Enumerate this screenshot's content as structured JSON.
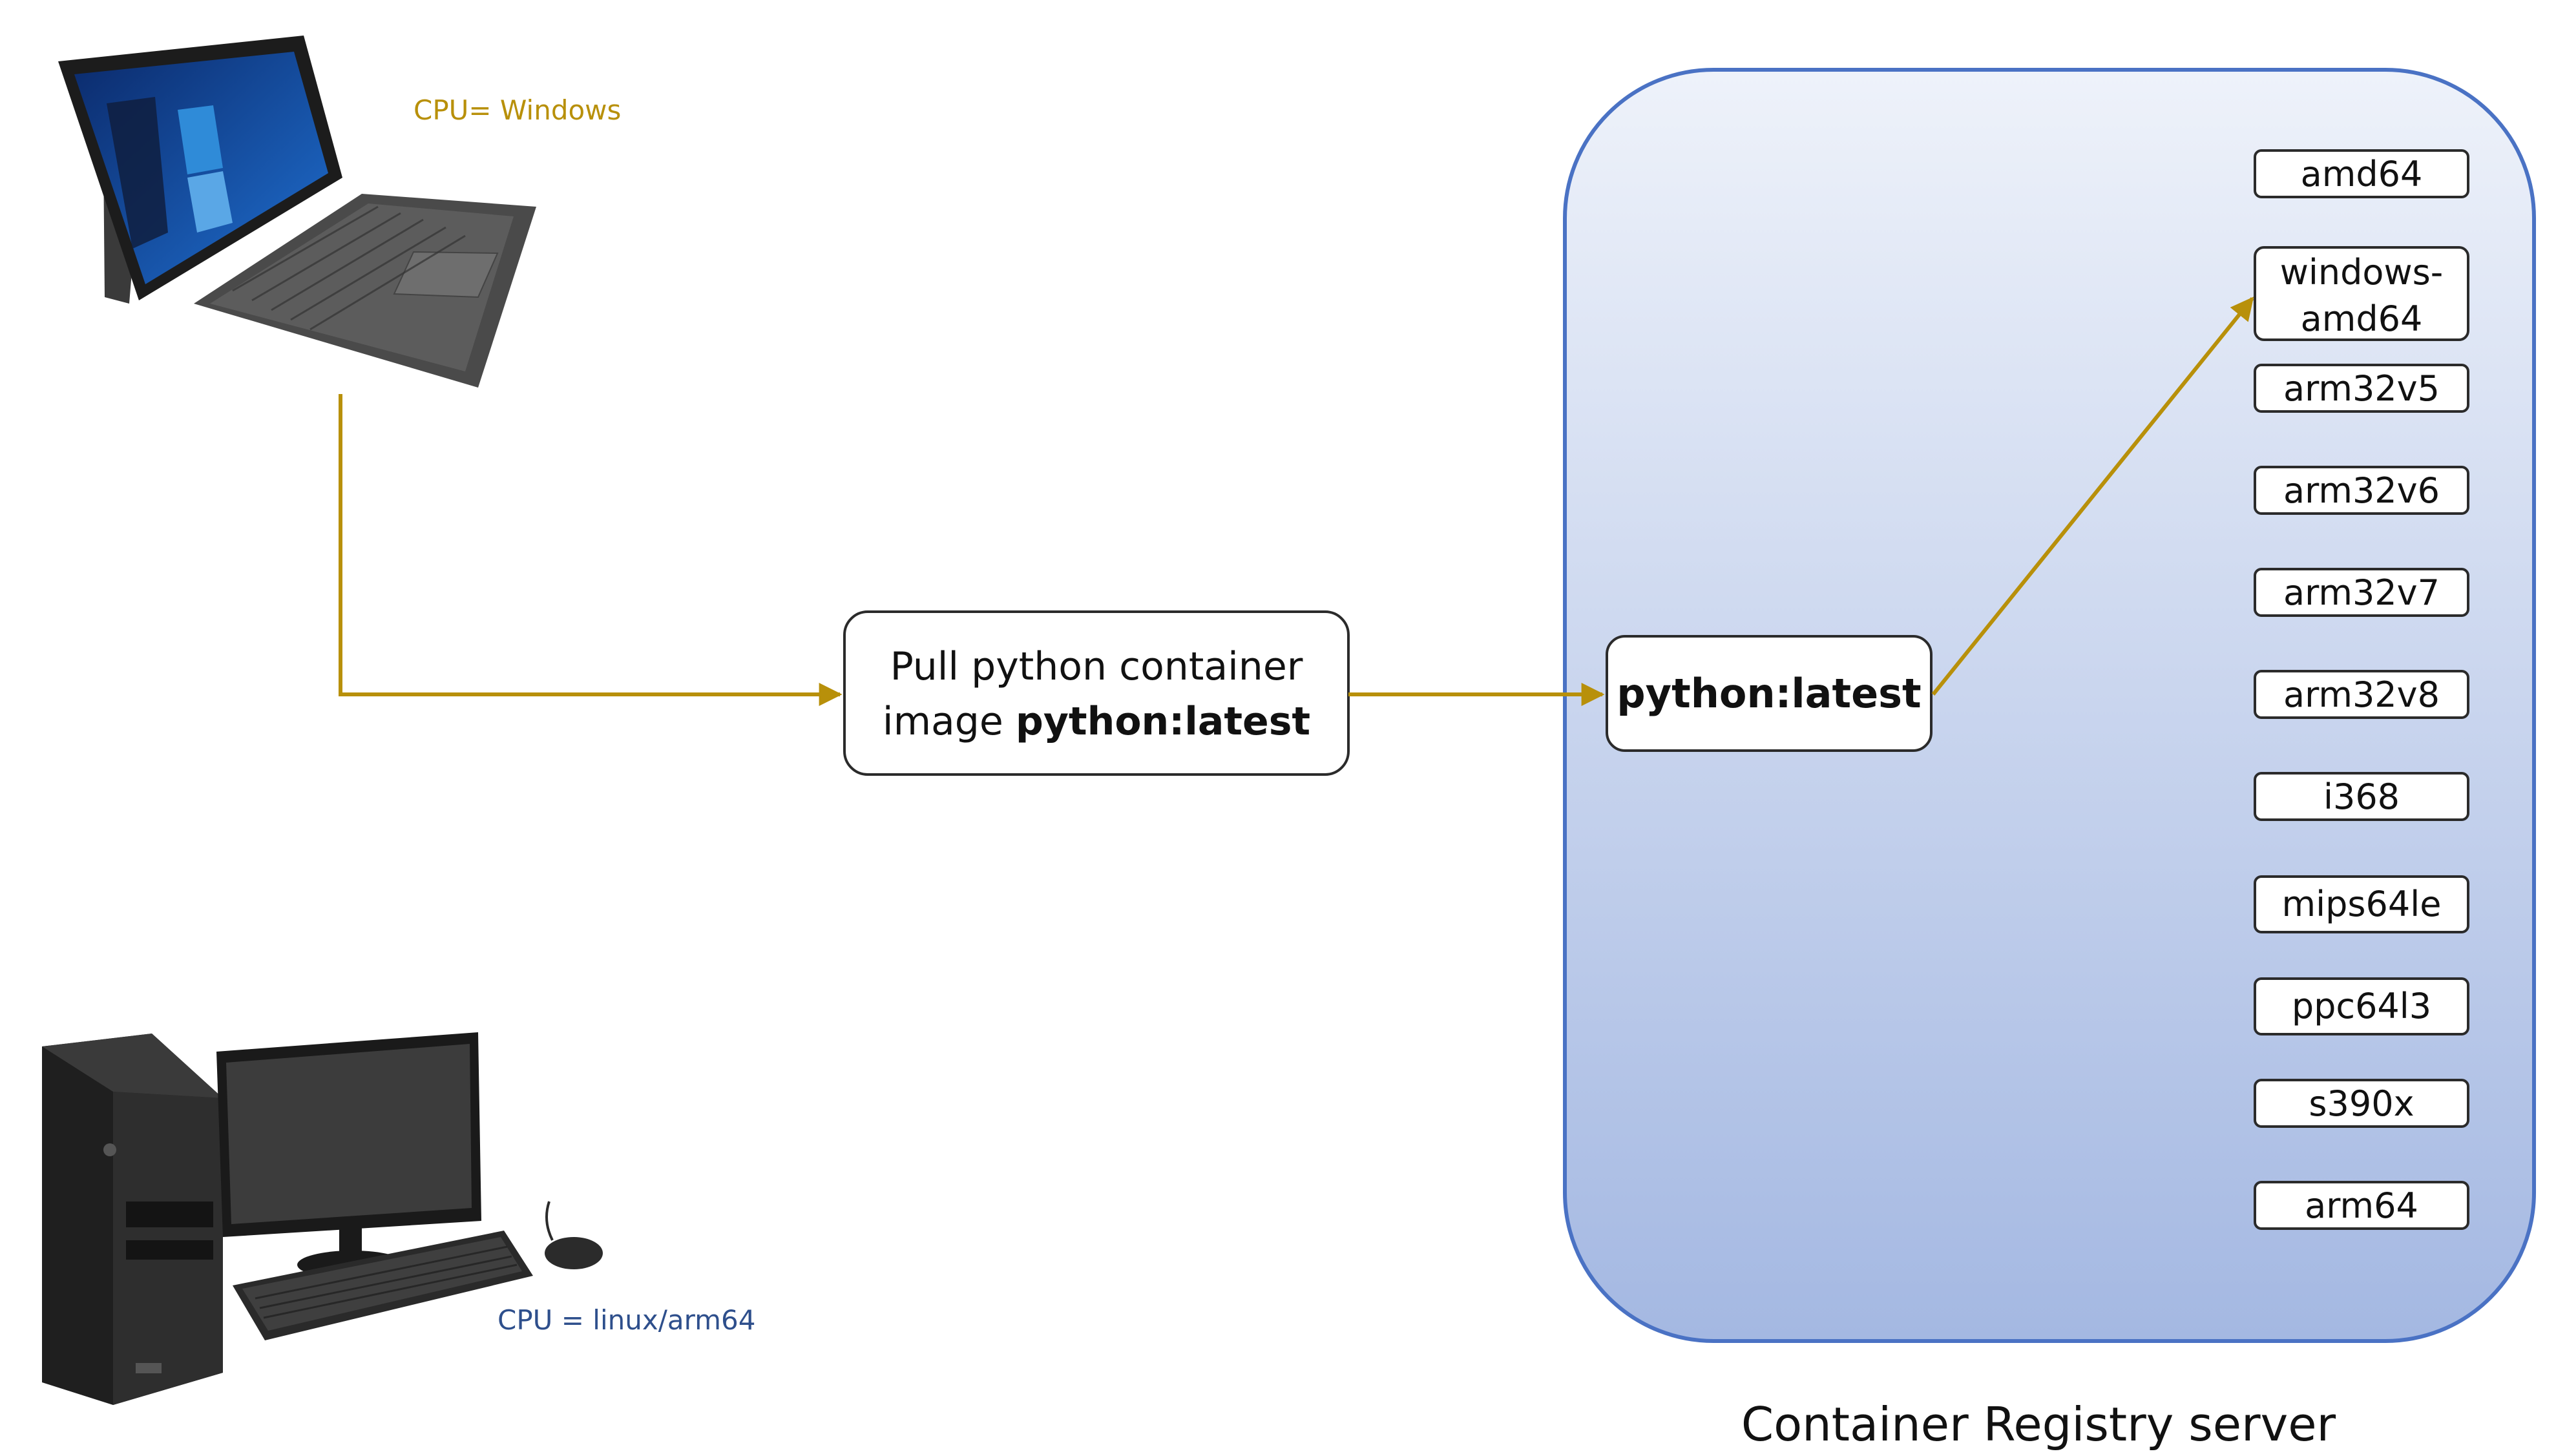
{
  "colors": {
    "arrow": "#B8900A",
    "windows_label": "#B8900A",
    "linux_label": "#2E4F8C",
    "registry_border": "#4A72C4",
    "registry_top": "#EEF2FA",
    "registry_bottom": "#A4B8E2",
    "box_border": "#2B2B2B",
    "text": "#111111"
  },
  "clients": {
    "windows": {
      "icon": "laptop-tablet-icon",
      "cpu_label": "CPU= Windows"
    },
    "linux": {
      "icon": "desktop-computer-icon",
      "cpu_label": "CPU = linux/arm64"
    }
  },
  "pull_box": {
    "line1": "Pull python container",
    "line2_prefix": "image ",
    "line2_bold": "python:latest"
  },
  "registry": {
    "caption": "Container Registry server",
    "image_tag": "python:latest",
    "architectures": [
      "amd64",
      "windows-",
      "amd64",
      "arm32v5",
      "arm32v6",
      "arm32v7",
      "arm32v8",
      "i368",
      "mips64le",
      "ppc64l3",
      "s390x",
      "arm64"
    ]
  }
}
